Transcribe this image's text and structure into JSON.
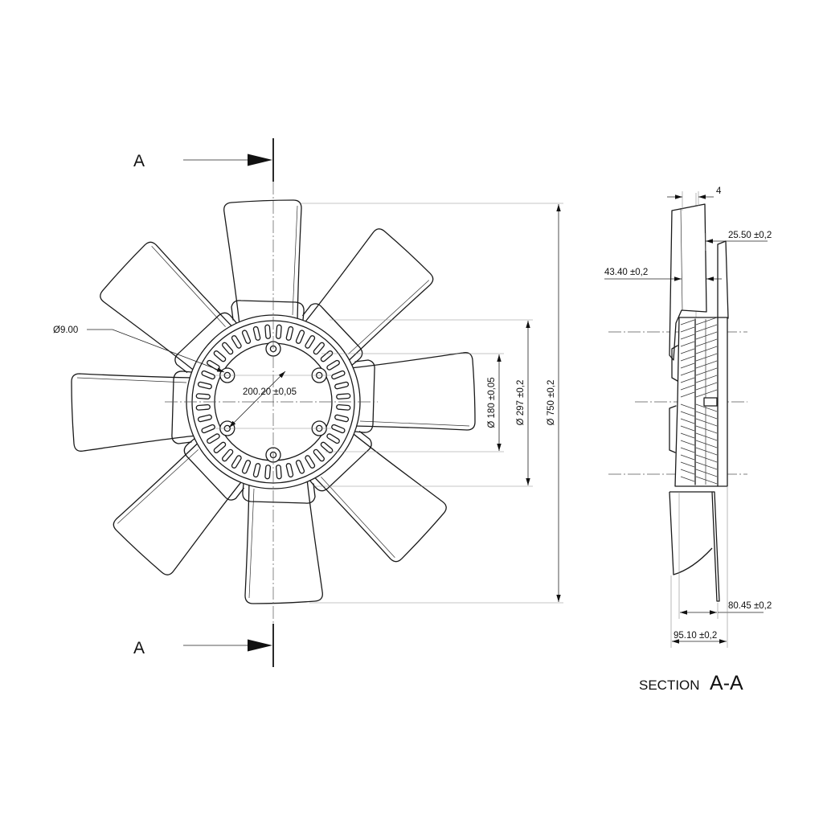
{
  "section_markers": {
    "top_label": "A",
    "bottom_label": "A"
  },
  "front_view": {
    "hole_diameter": "Ø9.00",
    "bolt_circle": "200.20  ±0,05",
    "bore_diameter": "Ø  180  ±0,05",
    "hub_diameter": "Ø  297  ±0,2",
    "fan_diameter": "Ø  750  ±0,2"
  },
  "section_view": {
    "thickness": "4",
    "dim_25": "25.50  ±0,2",
    "dim_43": "43.40  ±0,2",
    "dim_80": "80.45  ±0,2",
    "dim_95": "95.10  ±0,2",
    "title_prefix": "SECTION",
    "title_id": "A-A"
  }
}
